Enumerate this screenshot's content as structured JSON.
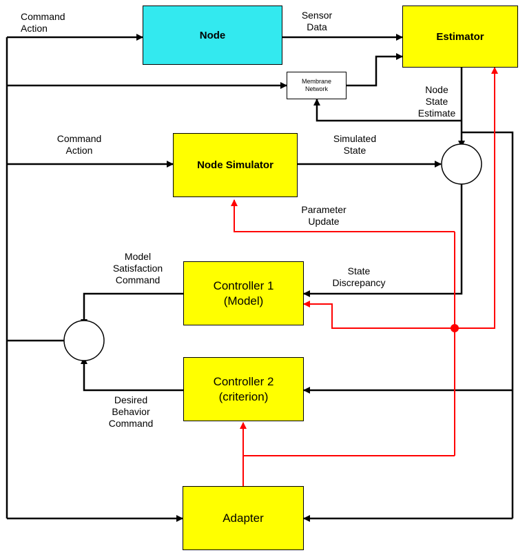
{
  "colors": {
    "node_fill": "#33e9ef",
    "box_fill": "#ffff00",
    "line": "#000000",
    "red_line": "#ff0000"
  },
  "boxes": {
    "node": "Node",
    "estimator": "Estimator",
    "membrane": "Membrane\nNetwork",
    "node_simulator": "Node Simulator",
    "controller1": "Controller 1\n(Model)",
    "controller2": "Controller 2\n(criterion)",
    "adapter": "Adapter"
  },
  "labels": {
    "command_action_top": "Command\nAction",
    "sensor_data": "Sensor\nData",
    "node_state_estimate": "Node\nState\nEstimate",
    "command_action_mid": "Command\nAction",
    "simulated_state": "Simulated\nState",
    "parameter_update": "Parameter\nUpdate",
    "model_satisfaction_command": "Model\nSatisfaction\nCommand",
    "state_discrepancy": "State\nDiscrepancy",
    "desired_behavior_command": "Desired\nBehavior\nCommand"
  }
}
